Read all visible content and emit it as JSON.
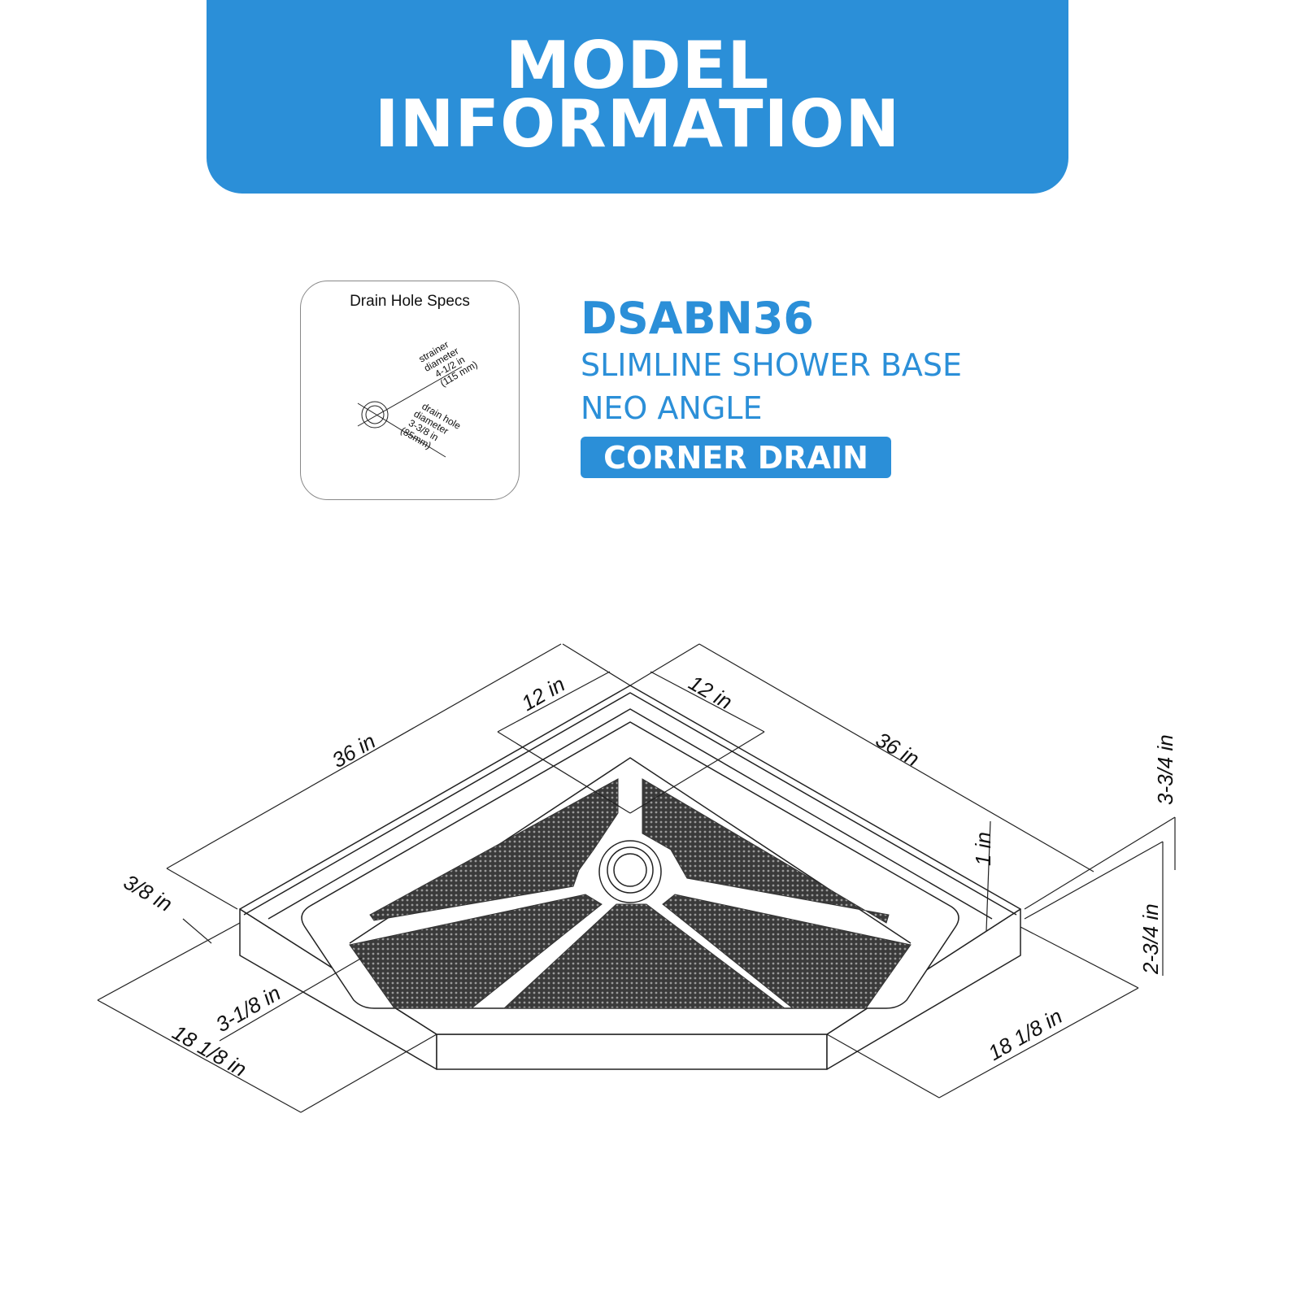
{
  "banner": {
    "line1": "MODEL",
    "line2": "INFORMATION"
  },
  "drain_specs": {
    "title": "Drain Hole Specs",
    "strainer": [
      "strainer",
      "diameter",
      "4-1/2 in",
      "(115 mm)"
    ],
    "drain_hole": [
      "drain hole",
      "diameter",
      "3-3/8 in",
      "(85mm)"
    ]
  },
  "product": {
    "model": "DSABN36",
    "subtitle1": "SLIMLINE SHOWER BASE",
    "subtitle2": "NEO ANGLE",
    "badge": "CORNER DRAIN"
  },
  "dimensions": {
    "left_length": "36 in",
    "right_length": "36 in",
    "left_corner": "12 in",
    "right_corner": "12 in",
    "lip": "1 in",
    "total_height": "3-3/4 in",
    "base_height": "2-3/4 in",
    "flange": "3/8 in",
    "threshold": "3-1/8 in",
    "left_side": "18 1/8 in",
    "right_side": "18 1/8 in"
  },
  "colors": {
    "accent": "#2b8fd8"
  }
}
